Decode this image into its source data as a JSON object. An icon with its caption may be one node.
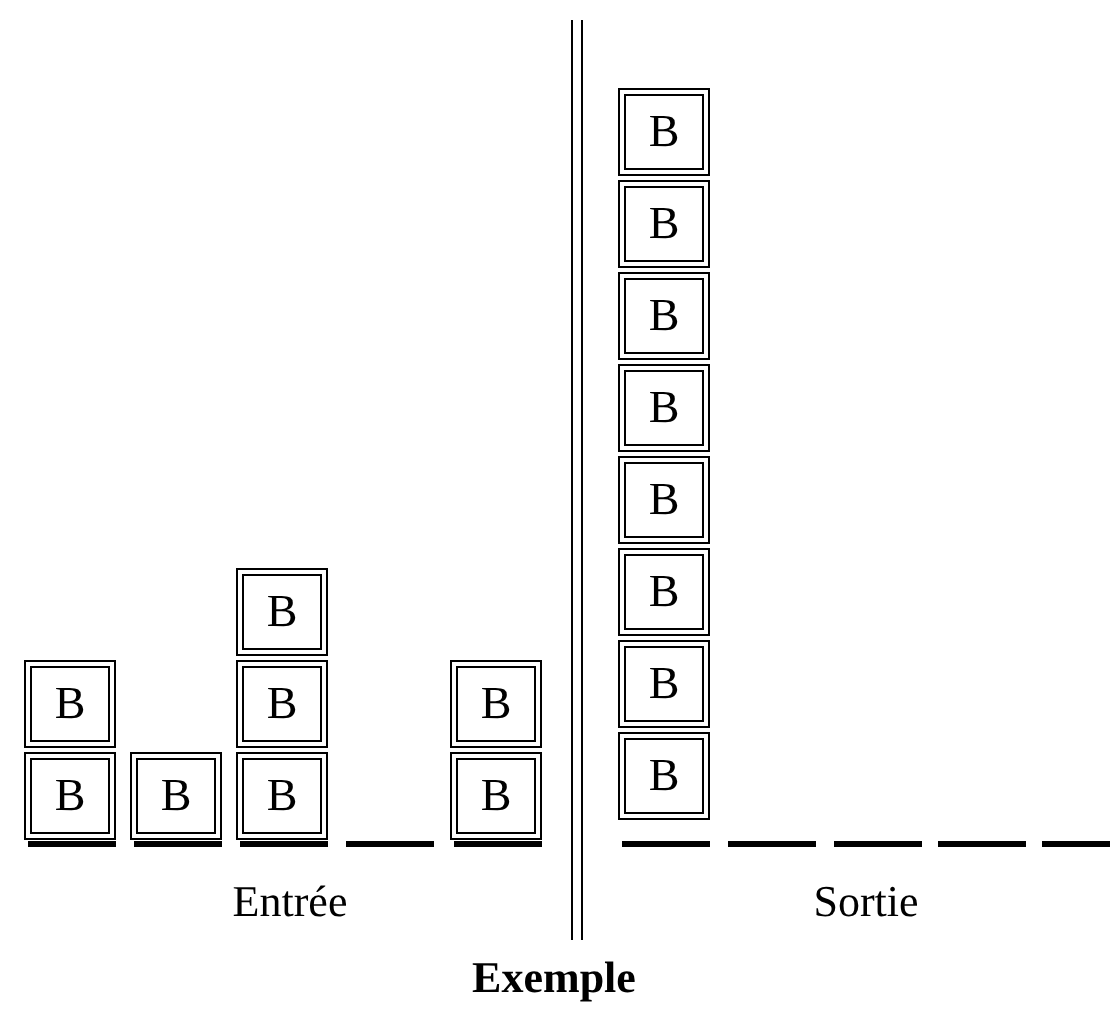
{
  "diagram": {
    "title": "Exemple",
    "nodes": [
      {
        "text": [
          "B"
        ]
      },
      {
        "text": [
          "B"
        ]
      },
      {
        "text": [
          "B"
        ]
      },
      {
        "text": [
          "B"
        ]
      },
      {
        "text": [
          "B"
        ]
      },
      {
        "text": [
          "B"
        ]
      },
      {
        "text": [
          "B"
        ]
      },
      {
        "text": [
          "B"
        ]
      },
      {
        "text": [
          "B"
        ]
      },
      {
        "text": [
          "B"
        ]
      },
      {
        "text": [
          "B"
        ]
      },
      {
        "text": [
          "B"
        ]
      },
      {
        "text": [
          "B"
        ]
      },
      {
        "text": [
          "B"
        ]
      },
      {
        "text": [
          "B"
        ]
      },
      {
        "text": [
          "B"
        ]
      }
    ],
    "labels": [
      "Entrée",
      "Sortie"
    ]
  }
}
